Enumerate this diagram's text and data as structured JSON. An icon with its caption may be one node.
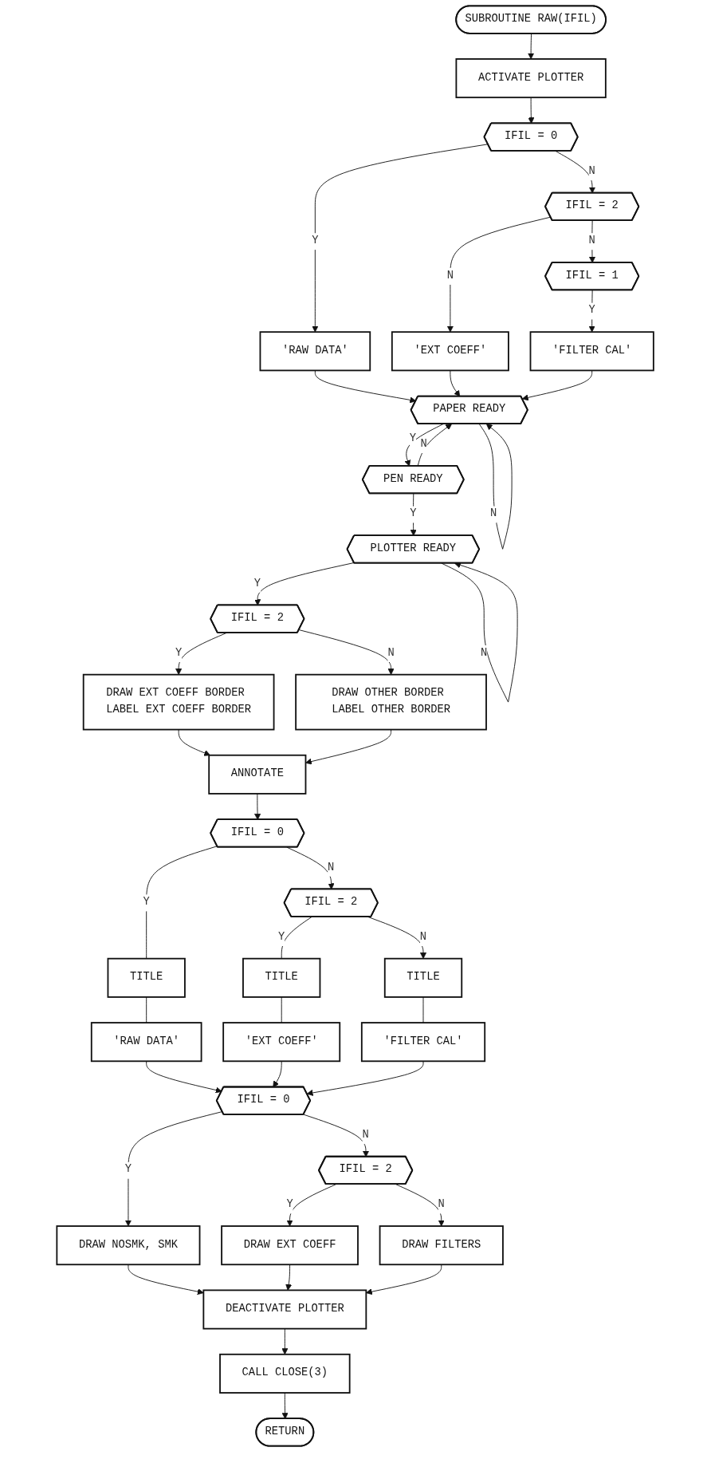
{
  "diagram": {
    "nodes": [
      {
        "text": [
          "SUBROUTINE RAW(IFIL)"
        ]
      },
      {
        "text": [
          "ACTIVATE PLOTTER"
        ]
      },
      {
        "text": [
          "IFIL = 0"
        ]
      },
      {
        "text": [
          "'RAW DATA'"
        ]
      },
      {
        "text": [
          "IFIL = 2"
        ]
      },
      {
        "text": [
          "'EXT COEFF'"
        ]
      },
      {
        "text": [
          "IFIL = 1"
        ]
      },
      {
        "text": [
          "'FILTER CAL'"
        ]
      },
      {
        "text": [
          "PAPER READY"
        ]
      },
      {
        "text": [
          "PEN READY"
        ]
      },
      {
        "text": [
          "PLOTTER READY"
        ]
      },
      {
        "text": [
          "IFIL = 2"
        ]
      },
      {
        "text": [
          "DRAW EXT COEFF BORDER LABEL EXT COEFF BORDER"
        ]
      },
      {
        "text": [
          "DRAW OTHER BORDER LABEL OTHER BORDER"
        ]
      },
      {
        "text": [
          "ANNOTATE"
        ]
      },
      {
        "text": [
          "IFIL = 0"
        ]
      },
      {
        "text": [
          "TITLE"
        ]
      },
      {
        "text": [
          "'RAW DATA'"
        ]
      },
      {
        "text": [
          "IFIL = 2"
        ]
      },
      {
        "text": [
          "TITLE"
        ]
      },
      {
        "text": [
          "'EXT COEFF'"
        ]
      },
      {
        "text": [
          "TITLE"
        ]
      },
      {
        "text": [
          "'FILTER CAL'"
        ]
      },
      {
        "text": [
          "IFIL = 0"
        ]
      },
      {
        "text": [
          "DRAW NOSMK, SMK"
        ]
      },
      {
        "text": [
          "IFIL = 2"
        ]
      },
      {
        "text": [
          "DRAW EXT COEFF"
        ]
      },
      {
        "text": [
          "DRAW FILTERS"
        ]
      },
      {
        "text": [
          "DEACTIVATE PLOTTER"
        ]
      },
      {
        "text": [
          "CALL CLOSE(3)"
        ]
      },
      {
        "text": [
          "RETURN"
        ]
      }
    ],
    "edges": [
      {
        "from": 0,
        "to": 1,
        "arrow": "to"
      },
      {
        "from": 1,
        "to": 2,
        "arrow": "to"
      },
      {
        "from": 2,
        "to": 3,
        "arrow": "to",
        "label": "Y"
      },
      {
        "from": 2,
        "to": 4,
        "arrow": "to",
        "label": "N"
      },
      {
        "from": 4,
        "to": 5,
        "arrow": "to",
        "label": "N"
      },
      {
        "from": 4,
        "to": 6,
        "arrow": "to",
        "label": "N"
      },
      {
        "from": 6,
        "to": 7,
        "arrow": "to",
        "label": "Y"
      },
      {
        "from": 3,
        "to": 8,
        "arrow": "to"
      },
      {
        "from": 5,
        "to": 8,
        "arrow": "to"
      },
      {
        "from": 7,
        "to": 8,
        "arrow": "to"
      },
      {
        "from": 8,
        "to": 8,
        "arrow": "to",
        "label": "N"
      },
      {
        "from": 8,
        "to": 9,
        "arrow": "to",
        "label": "Y"
      },
      {
        "from": 9,
        "to": 8,
        "arrow": "to",
        "label": "N"
      },
      {
        "from": 9,
        "to": 10,
        "arrow": "to",
        "label": "Y"
      },
      {
        "from": 10,
        "to": 10,
        "arrow": "to",
        "label": "N"
      },
      {
        "from": 10,
        "to": 11,
        "arrow": "to",
        "label": "Y"
      },
      {
        "from": 11,
        "to": 12,
        "arrow": "to",
        "label": "Y"
      },
      {
        "from": 11,
        "to": 13,
        "arrow": "to",
        "label": "N"
      },
      {
        "from": 12,
        "to": 14,
        "arrow": "to"
      },
      {
        "from": 13,
        "to": 14,
        "arrow": "to"
      },
      {
        "from": 14,
        "to": 15,
        "arrow": "to"
      },
      {
        "from": 15,
        "to": 16,
        "arrow": "none",
        "label": "Y"
      },
      {
        "from": 16,
        "to": 17,
        "arrow": "none"
      },
      {
        "from": 15,
        "to": 18,
        "arrow": "to",
        "label": "N"
      },
      {
        "from": 18,
        "to": 19,
        "arrow": "none",
        "label": "Y"
      },
      {
        "from": 19,
        "to": 20,
        "arrow": "none"
      },
      {
        "from": 18,
        "to": 21,
        "arrow": "to",
        "label": "N"
      },
      {
        "from": 21,
        "to": 22,
        "arrow": "none"
      },
      {
        "from": 17,
        "to": 23,
        "arrow": "to"
      },
      {
        "from": 20,
        "to": 23,
        "arrow": "to"
      },
      {
        "from": 22,
        "to": 23,
        "arrow": "to"
      },
      {
        "from": 23,
        "to": 24,
        "arrow": "to",
        "label": "Y"
      },
      {
        "from": 23,
        "to": 25,
        "arrow": "to",
        "label": "N"
      },
      {
        "from": 25,
        "to": 26,
        "arrow": "to",
        "label": "Y"
      },
      {
        "from": 25,
        "to": 27,
        "arrow": "to",
        "label": "N"
      },
      {
        "from": 24,
        "to": 28,
        "arrow": "to"
      },
      {
        "from": 26,
        "to": 28,
        "arrow": "to"
      },
      {
        "from": 27,
        "to": 28,
        "arrow": "to"
      },
      {
        "from": 28,
        "to": 29,
        "arrow": "to"
      },
      {
        "from": 29,
        "to": 30,
        "arrow": "to"
      }
    ]
  }
}
